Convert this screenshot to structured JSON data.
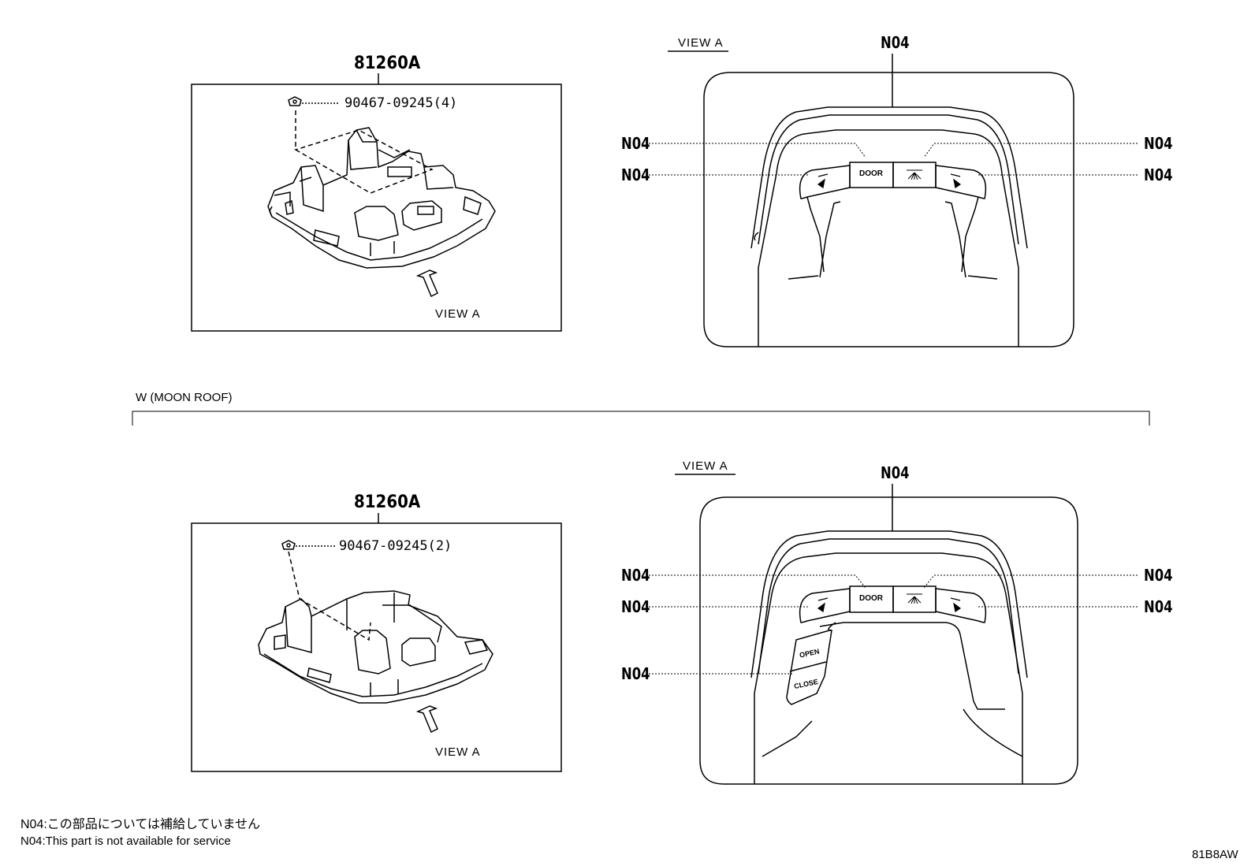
{
  "top": {
    "part_number": "81260A",
    "fastener_label": "90467-09245(4)",
    "view_callout": "VIEW A",
    "view_title": "VIEW A",
    "callouts": {
      "top": "N04",
      "left_upper": "N04",
      "left_lower": "N04",
      "right_upper": "N04",
      "right_lower": "N04"
    },
    "buttons": {
      "door": "DOOR"
    }
  },
  "section": {
    "label": "W (MOON ROOF)"
  },
  "bottom": {
    "part_number": "81260A",
    "fastener_label": "90467-09245(2)",
    "view_callout": "VIEW A",
    "view_title": "VIEW A",
    "callouts": {
      "top": "N04",
      "left_upper": "N04",
      "left_lower": "N04",
      "right_upper": "N04",
      "right_lower": "N04",
      "moonroof": "N04"
    },
    "buttons": {
      "door": "DOOR",
      "open": "OPEN",
      "close": "CLOSE"
    }
  },
  "notes": {
    "jp": "N04:この部品については補給していません",
    "en": "N04:This part is not available for service"
  },
  "figure_code": "81B8AW"
}
